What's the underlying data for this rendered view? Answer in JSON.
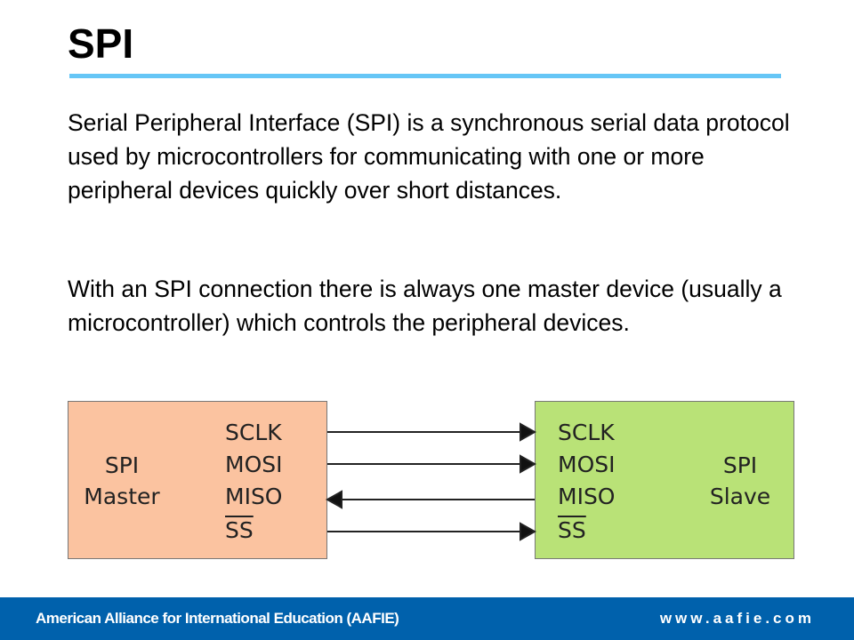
{
  "title": "SPI",
  "paragraphs": [
    "Serial Peripheral Interface (SPI) is a synchronous serial data protocol used by microcontrollers for communicating with one or more peripheral devices quickly over short distances.",
    "With an SPI connection there is always one master device (usually a microcontroller) which controls the peripheral devices."
  ],
  "diagram": {
    "master": {
      "line1": "SPI",
      "line2": "Master",
      "signals": [
        "SCLK",
        "MOSI",
        "MISO",
        "SS"
      ]
    },
    "slave": {
      "line1": "SPI",
      "line2": "Slave",
      "signals": [
        "SCLK",
        "MOSI",
        "MISO",
        "SS"
      ]
    },
    "colors": {
      "master": "#fbc3a0",
      "slave": "#b9e277"
    }
  },
  "footer": {
    "org": "American Alliance for International Education (AAFIE)",
    "url": "www.aafie.com"
  }
}
